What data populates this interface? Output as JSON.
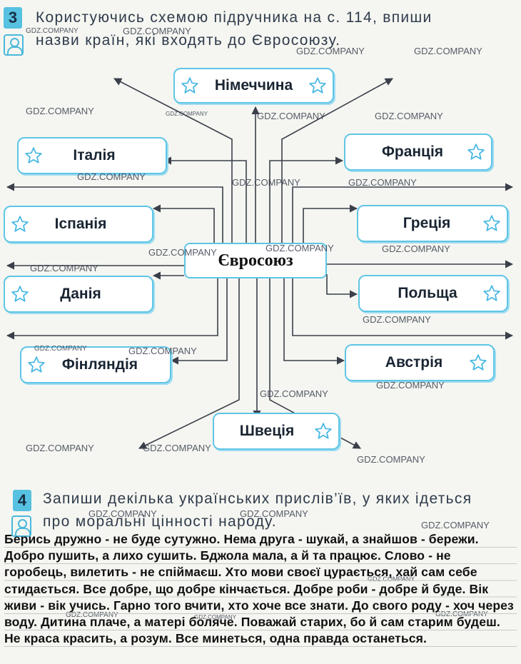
{
  "task3": {
    "number": "3",
    "line1": "Користуючись схемою підручника на с. 114, впиши",
    "line2": "назви країн, які входять до Євросоюзу."
  },
  "diagram": {
    "center": "Євросоюз",
    "countries": {
      "germany": "Німеччина",
      "italy": "Італія",
      "france": "Франція",
      "spain": "Іспанія",
      "greece": "Греція",
      "denmark": "Данія",
      "poland": "Польща",
      "finland": "Фінляндія",
      "austria": "Австрія",
      "sweden": "Швеція"
    }
  },
  "task4": {
    "number": "4",
    "line1": "Запиши декілька українських прислів’їв, у яких ідеться",
    "line2": "про моральні цінності народу."
  },
  "answer": "Берись дружно - не буде сутужно. Нема друга - шукай, а знайшов - бережи. Добро пушить, а лихо сушить. Бджола мала, а й та працює. Слово - не горобець, вилетить - не спіймаєш. Хто мови своєї цурається, хай сам себе стидається. Все добре, що добре кінчається. Добре роби - добре й буде. Вік живи - вік учись. Гарно того вчити, хто хоче все знати. До свого роду - хоч через воду. Дитина плаче, а матері боляче. Поважай старих, бо й сам старим будеш. Не краса красить, а розум. Все минеться, одна правда останеться.",
  "watermark": "GDZ.COMPANY",
  "colors": {
    "accent": "#5fc5e6",
    "arrow": "#3a3f4a"
  }
}
